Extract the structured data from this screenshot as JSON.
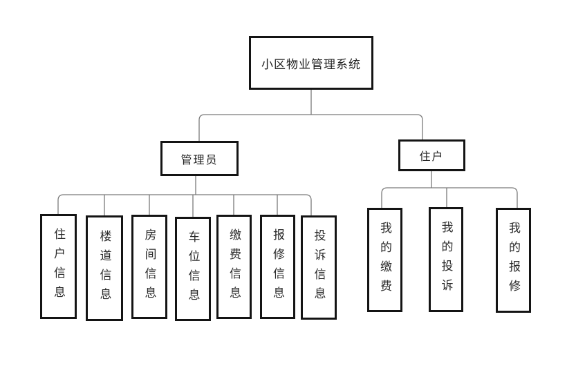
{
  "diagram": {
    "root": {
      "label": "小区物业管理系统"
    },
    "branches": [
      {
        "label": "管理员",
        "children": [
          {
            "label": "住户信息"
          },
          {
            "label": "楼道信息"
          },
          {
            "label": "房间信息"
          },
          {
            "label": "车位信息"
          },
          {
            "label": "缴费信息"
          },
          {
            "label": "报修信息"
          },
          {
            "label": "投诉信息"
          }
        ]
      },
      {
        "label": "住户",
        "children": [
          {
            "label": "我的缴费"
          },
          {
            "label": "我的投诉"
          },
          {
            "label": "我的报修"
          }
        ]
      }
    ],
    "colors": {
      "line": "#7a7a7a",
      "border": "#141414",
      "text": "#2a2a2a",
      "background": "#ffffff"
    }
  }
}
